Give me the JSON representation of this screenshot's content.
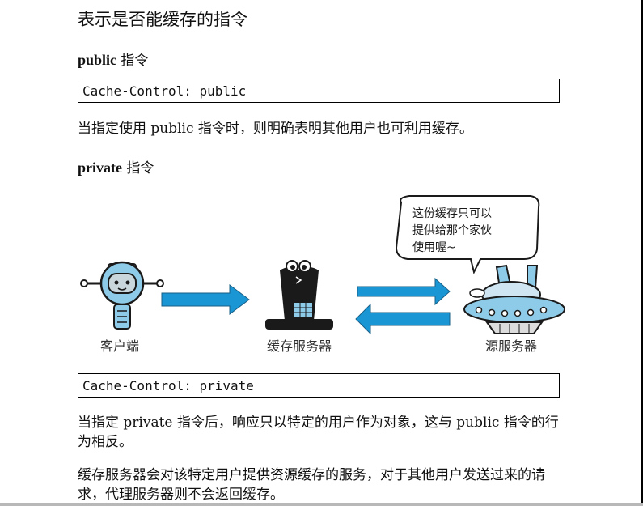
{
  "heading": "表示是否能缓存的指令",
  "public_section": {
    "keyword": "public",
    "suffix": " 指令",
    "code": "Cache-Control: public",
    "description": "当指定使用 public 指令时，则明确表明其他用户也可利用缓存。"
  },
  "private_section": {
    "keyword": "private",
    "suffix": " 指令",
    "code": "Cache-Control: private",
    "description": "当指定 private 指令后，响应只以特定的用户作为对象，这与 public 指令的行为相反。",
    "description2": "缓存服务器会对该特定用户提供资源缓存的服务，对于其他用户发送过来的请求，代理服务器则不会返回缓存。"
  },
  "illustration": {
    "client_label": "客户端",
    "cache_label": "缓存服务器",
    "origin_label": "源服务器",
    "bubble_lines": [
      "这份缓存只可以",
      "提供给那个家伙",
      "使用喔~"
    ]
  },
  "colors": {
    "arrow_blue": "#1a96d4",
    "robot_blue": "#8ecbe8",
    "dark": "#1a1a1a"
  }
}
